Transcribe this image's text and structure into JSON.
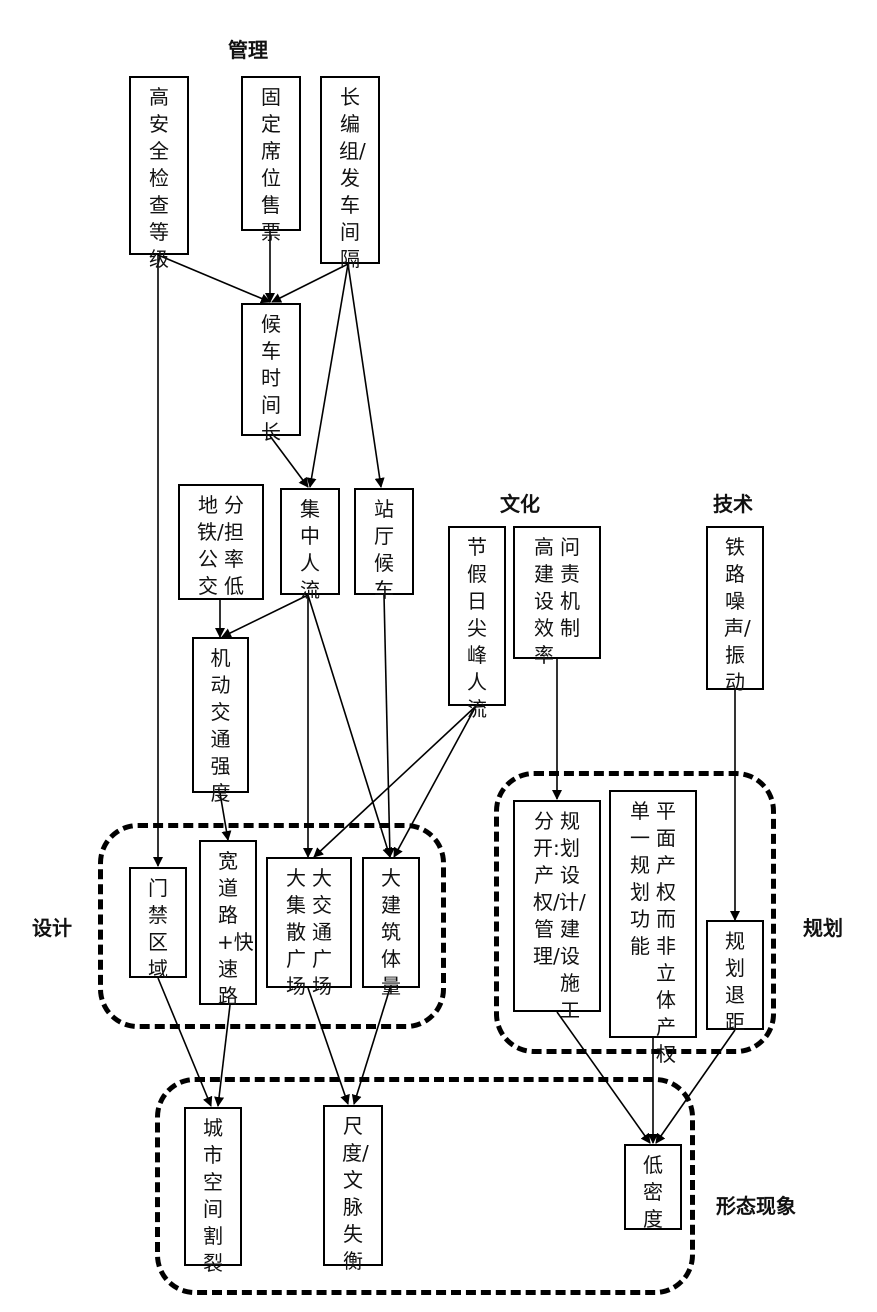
{
  "labels": {
    "management": "管理",
    "culture": "文化",
    "technology": "技术",
    "design": "设计",
    "planning": "规划",
    "morphology": "形态现象"
  },
  "nodes": {
    "security": [
      "高安全检查等级"
    ],
    "seat": [
      "固定席位售票"
    ],
    "train": [
      "长编组/发车间隔"
    ],
    "wait": [
      "候车时间长"
    ],
    "share": [
      "分担率低",
      "地铁/公交"
    ],
    "crowd": [
      "集中人流"
    ],
    "hall": [
      "站厅候车"
    ],
    "holiday": [
      "节假日尖峰人流"
    ],
    "account": [
      "问责机制",
      "高建设效率"
    ],
    "noise": [
      "铁路噪声/振动"
    ],
    "traffic": [
      "机动交通强度"
    ],
    "gate": [
      "门禁区域"
    ],
    "road": [
      "宽道路+快速路"
    ],
    "plaza": [
      "大交通广场",
      "大集散广场"
    ],
    "building": [
      "大建筑体量"
    ],
    "split": [
      "规划设计/建设施工",
      "分开:产权/管理/"
    ],
    "property": [
      "平面产权而非立体产权",
      "单一规划功能"
    ],
    "setback": [
      "规划退距"
    ],
    "cut": [
      "城市空间割裂"
    ],
    "scale": [
      "尺度/文脉失衡"
    ],
    "density": [
      "低密度"
    ]
  }
}
